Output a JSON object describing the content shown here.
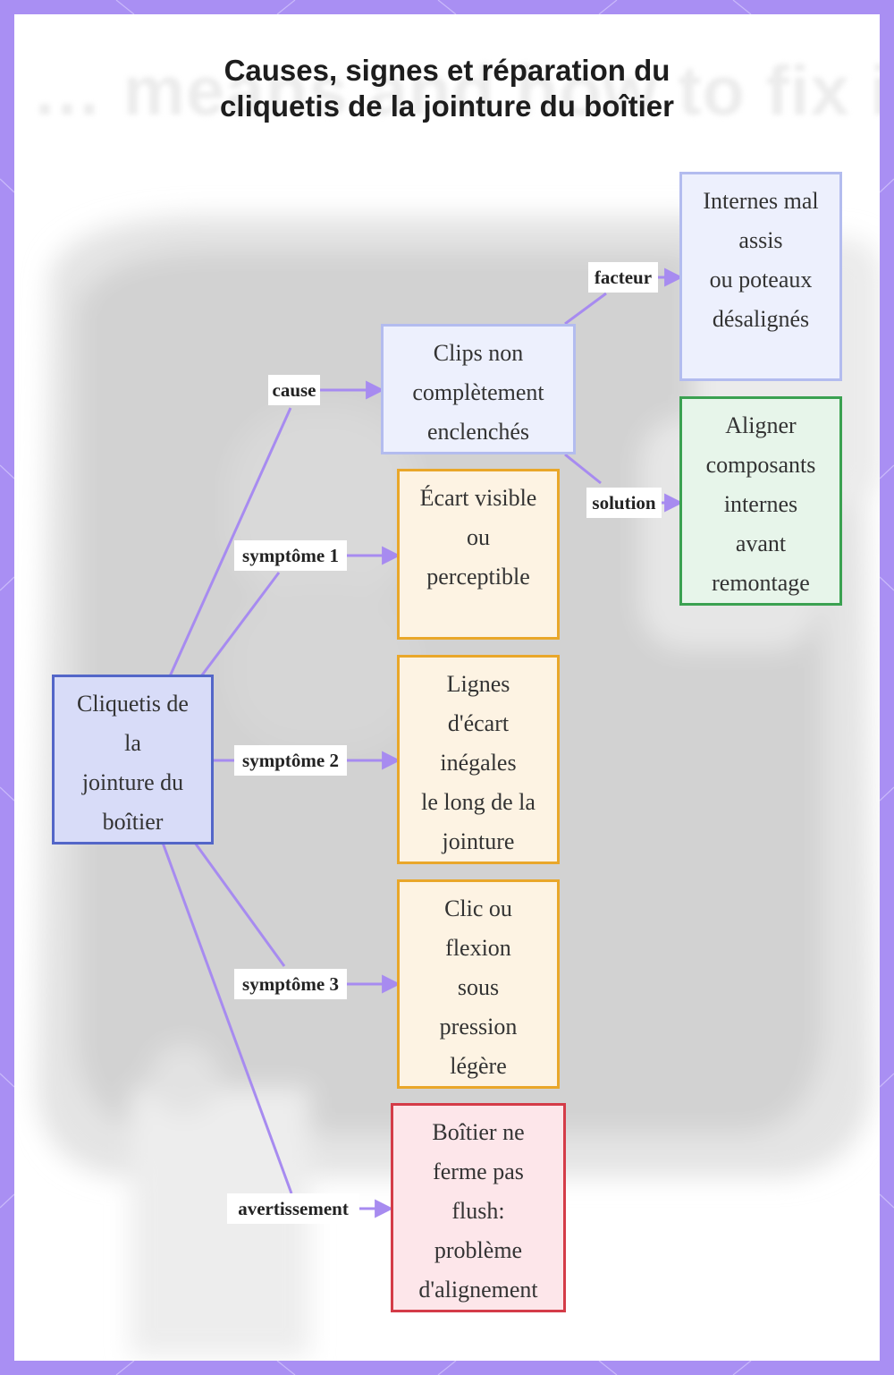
{
  "title": "Causes, signes et réparation du cliquetis de la jointure du boîtier",
  "title_lines": [
    "Causes, signes et réparation du",
    "cliquetis de la jointure du boîtier"
  ],
  "colors": {
    "frame": "#a98ff3",
    "edge": "#a78bf0",
    "root_fill": "#d8dcf8",
    "root_border": "#5366c8",
    "cause_fill": "#edf0fd",
    "cause_border": "#b3bcef",
    "symptom_fill": "#fdf3e3",
    "symptom_border": "#e9a72a",
    "warning_fill": "#fde6ea",
    "warning_border": "#d43c48",
    "solution_fill": "#e7f5ea",
    "solution_border": "#3ba151"
  },
  "nodes": {
    "root": {
      "lines": [
        "Cliquetis de",
        "la",
        "jointure du",
        "boîtier"
      ]
    },
    "cause": {
      "lines": [
        "Clips non",
        "complètement",
        "enclenchés"
      ]
    },
    "factor": {
      "lines": [
        "Internes mal",
        "assis",
        "ou poteaux",
        "désalignés"
      ]
    },
    "solution": {
      "lines": [
        "Aligner",
        "composants",
        "internes",
        "avant",
        "remontage"
      ]
    },
    "symptom1": {
      "lines": [
        "Écart visible",
        "ou",
        "perceptible"
      ]
    },
    "symptom2": {
      "lines": [
        "Lignes",
        "d'écart",
        "inégales",
        "le long de la",
        "jointure"
      ]
    },
    "symptom3": {
      "lines": [
        "Clic ou",
        "flexion",
        "sous",
        "pression",
        "légère"
      ]
    },
    "warning": {
      "lines": [
        "Boîtier ne",
        "ferme pas",
        "flush:",
        "problème",
        "d'alignement"
      ]
    }
  },
  "edge_labels": {
    "cause": "cause",
    "factor": "facteur",
    "solution": "solution",
    "symptom1": "symptôme 1",
    "symptom2": "symptôme 2",
    "symptom3": "symptôme 3",
    "warning": "avertissement"
  }
}
